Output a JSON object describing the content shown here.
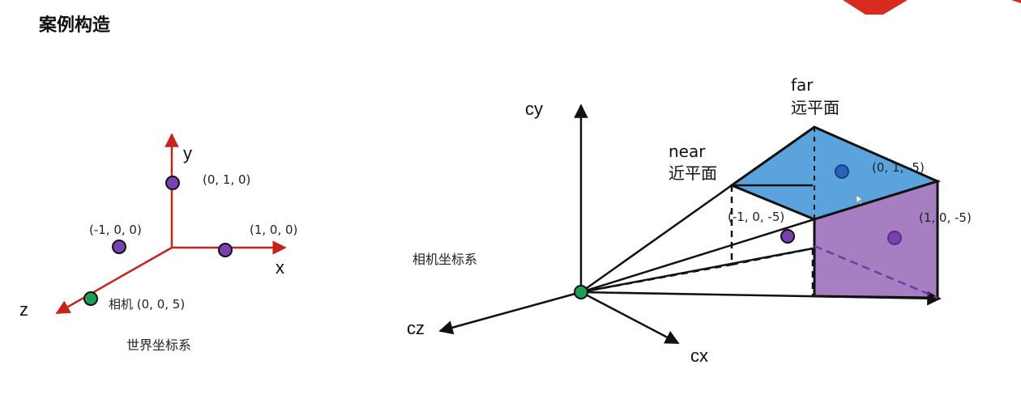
{
  "page": {
    "title": "案例构造"
  },
  "world": {
    "axes": {
      "x": "x",
      "y": "y",
      "z": "z"
    },
    "points": {
      "y_point": "(0, 1, 0)",
      "neg_x_point": "(-1, 0, 0)",
      "x_point": "(1, 0, 0)",
      "camera": "相机 (0, 0, 5)"
    },
    "caption": "世界坐标系",
    "colors": {
      "axis": "#c9221b",
      "point": "#7a3fb0",
      "camera": "#1f9d55"
    }
  },
  "camera_space": {
    "axes": {
      "cy": "cy",
      "cz": "cz",
      "cx": "cx"
    },
    "caption": "相机坐标系",
    "near": {
      "label_en": "near",
      "label_zh": "近平面"
    },
    "far": {
      "label_en": "far",
      "label_zh": "远平面"
    },
    "points": {
      "top": "(0, 1, -5)",
      "left": "(-1, 0, -5)",
      "right": "(1, 0, -5)"
    },
    "colors": {
      "far_top": "#5ba3dc",
      "far_side": "#a57fc2",
      "point_blue": "#2a62b8",
      "point_purple": "#7a3fb0",
      "camera": "#1f9d55"
    }
  },
  "decor": {
    "corner_color": "#d82b1f"
  }
}
